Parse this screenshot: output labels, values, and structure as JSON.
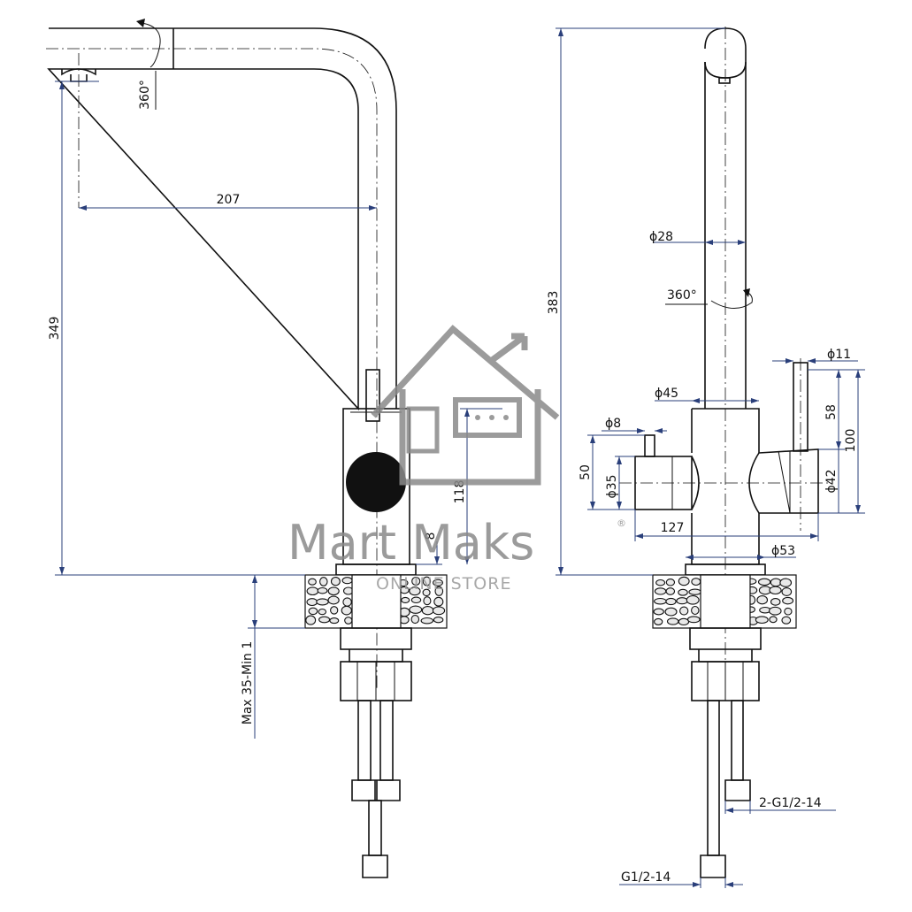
{
  "drawing": {
    "left_view": {
      "rotation_label": "360°",
      "reach": "207",
      "spout_height": "349",
      "body_height": "118",
      "base_height": "8",
      "counter_thickness": "Max 35-Min 1"
    },
    "right_view": {
      "overall_height": "383",
      "spout_diameter": "ϕ28",
      "rotation_label": "360°",
      "handle_diameter": "ϕ11",
      "body_diameter": "ϕ45",
      "lever_height": "58",
      "total_handle_height": "100",
      "side_pin_diameter": "ϕ8",
      "side_height": "50",
      "side_diameter": "ϕ35",
      "cartridge_diameter": "ϕ42",
      "width": "127",
      "base_diameter": "ϕ53",
      "hose_thread_pair": "2-G1/2-14",
      "hose_thread_main": "G1/2-14"
    }
  },
  "watermark": {
    "brand": "Mart Maks",
    "registered": "®",
    "tagline": "ONLINE STORE"
  },
  "colors": {
    "line": "#111111",
    "dimension": "#2a3f7a",
    "watermark": "#8a8a8a"
  }
}
